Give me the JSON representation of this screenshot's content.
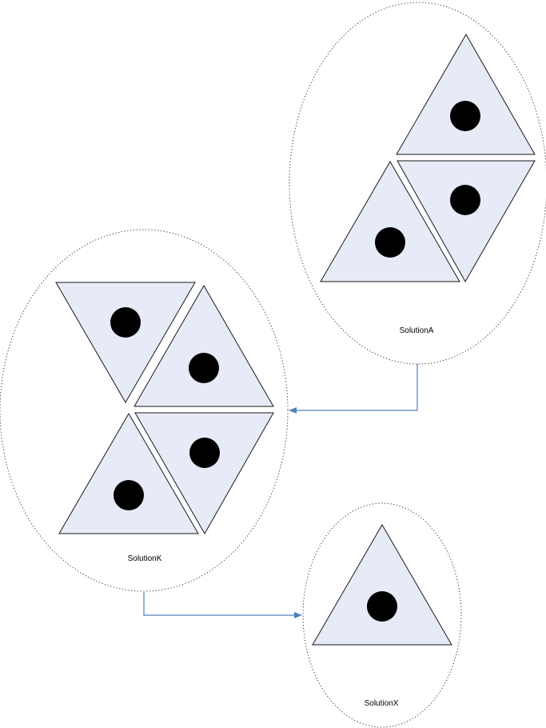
{
  "groups": {
    "solution_a": {
      "label": "SolutionA"
    },
    "solution_k": {
      "label": "SolutionK"
    },
    "solution_x": {
      "label": "SolutionX"
    }
  },
  "colors": {
    "triangle_fill": "#e6ebf7",
    "triangle_stroke": "#1a1a1a",
    "dot": "#000000",
    "connector": "#4f81bd"
  }
}
